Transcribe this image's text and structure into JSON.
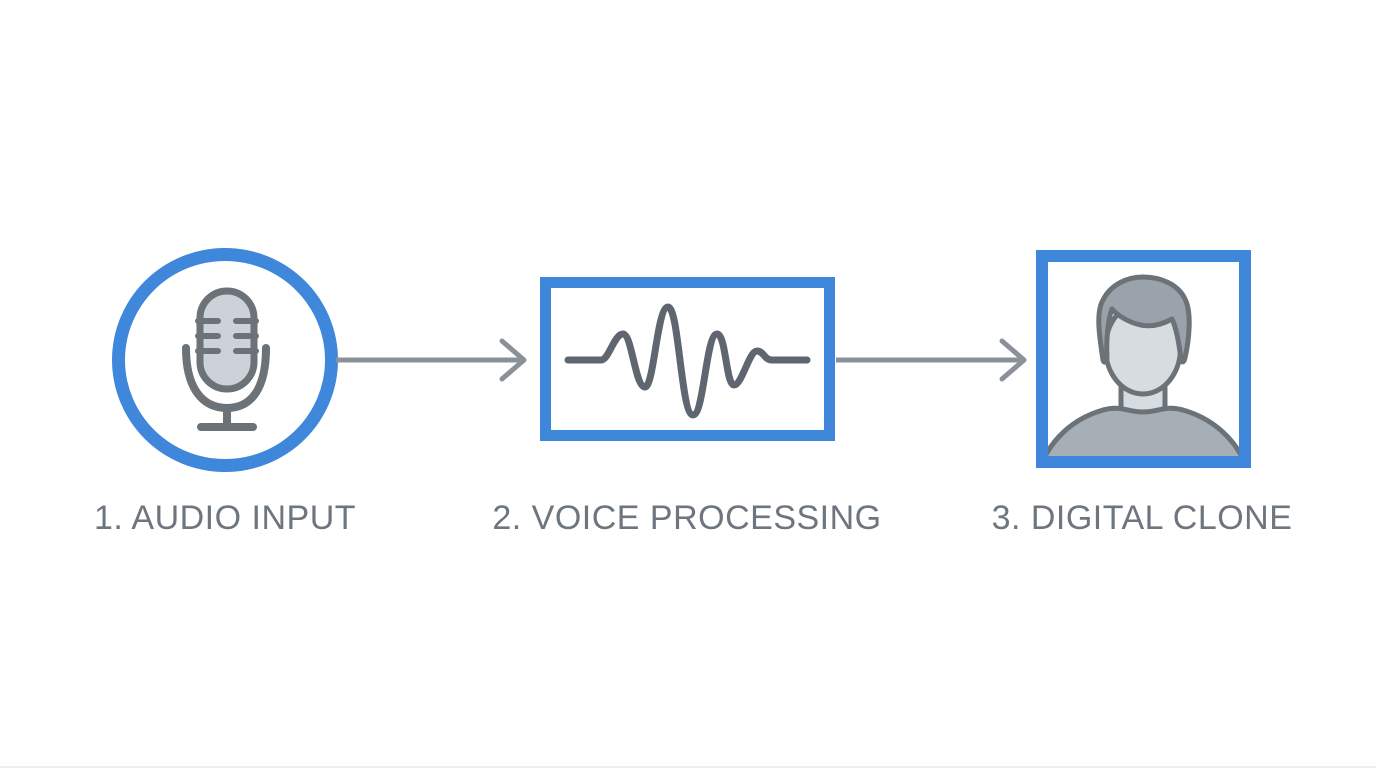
{
  "page": {
    "background": "#ffffff"
  },
  "diagram": {
    "type": "process-flow",
    "steps": [
      {
        "number": "1",
        "label": "1. AUDIO INPUT",
        "icon": "microphone-icon",
        "frame": "circle"
      },
      {
        "number": "2",
        "label": "2. VOICE PROCESSING",
        "icon": "waveform-icon",
        "frame": "rectangle"
      },
      {
        "number": "3",
        "label": "3. DIGITAL CLONE",
        "icon": "person-avatar-icon",
        "frame": "square"
      }
    ],
    "connectors": [
      {
        "type": "arrow-right"
      },
      {
        "type": "arrow-right"
      }
    ],
    "colors": {
      "accent_blue": "#3e87db",
      "outline_gray": "#6b7278",
      "mic_fill_gray": "#ccd2d8",
      "face_gray": "#d7dce0",
      "hair_gray": "#9aa3ab",
      "shirt_gray": "#a6aeb6",
      "wave_gray": "#5f6670",
      "arrow_gray": "#8b9199",
      "label_gray": "#6d757e"
    }
  }
}
